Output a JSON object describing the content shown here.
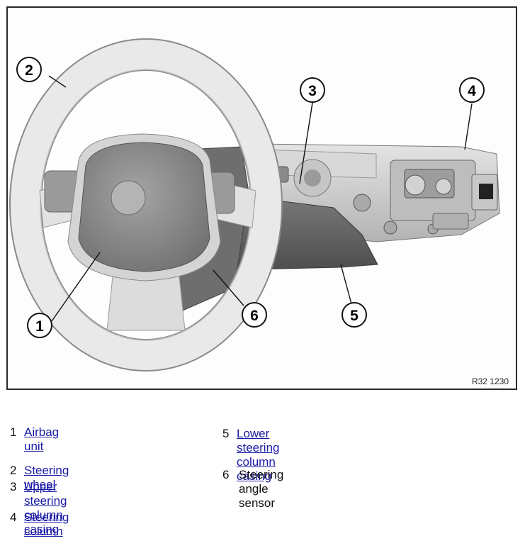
{
  "figure": {
    "reference": "R32 1230",
    "callouts": [
      "1",
      "2",
      "3",
      "4",
      "5",
      "6"
    ]
  },
  "legend": [
    {
      "number": "1",
      "label": "Airbag unit",
      "link": true
    },
    {
      "number": "2",
      "label": "Steering wheel",
      "link": true
    },
    {
      "number": "3",
      "label": "Upper steering\ncolumn casing",
      "link": true
    },
    {
      "number": "4",
      "label": "Steering column",
      "link": true
    },
    {
      "number": "5",
      "label": "Lower steering\ncolumn casing",
      "link": true
    },
    {
      "number": "6",
      "label": "Steering angle sensor",
      "link": false
    }
  ],
  "colors": {
    "link": "#1a1aa6",
    "frame": "#2a2a2a",
    "rim": "#e6e6e6",
    "hub": "#8c8c8c",
    "casing": "#6e6e6e"
  }
}
